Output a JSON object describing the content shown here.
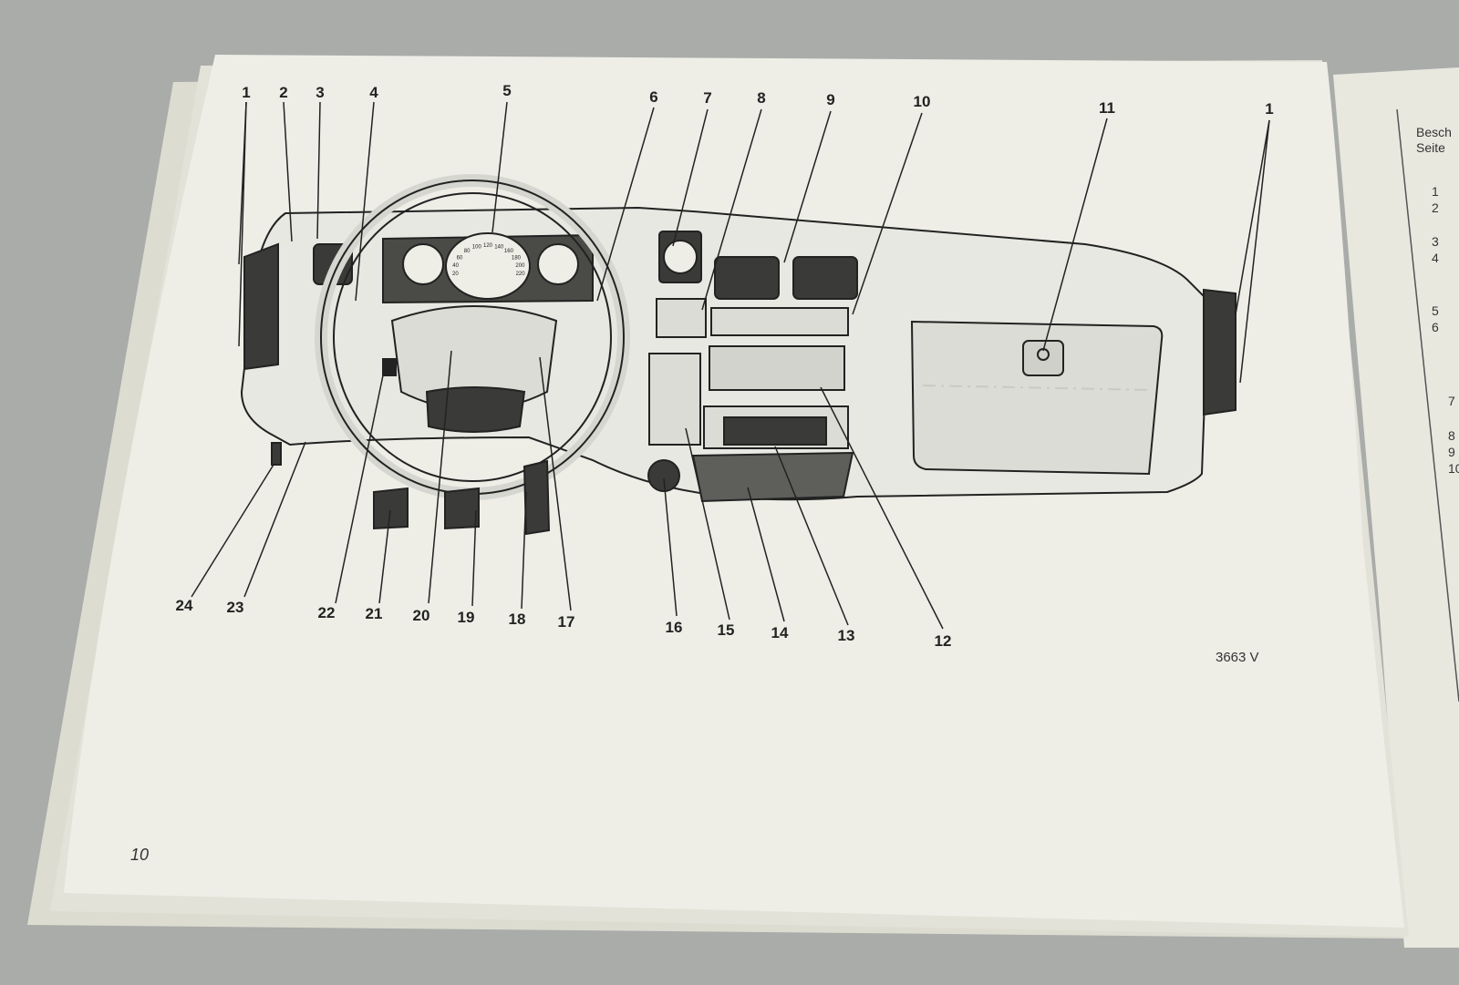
{
  "page": {
    "page_number": "10",
    "figure_code": "3663 V",
    "right_page_heading": [
      "Besch",
      "Seite"
    ],
    "right_page_numbers": [
      "1",
      "2",
      "3",
      "4",
      "5",
      "6",
      "7",
      "8",
      "9",
      "10"
    ]
  },
  "colors": {
    "background": "#a9aca9",
    "paper": "#eeeee7",
    "paper_edge": "#e3e2d8",
    "line": "#222222",
    "dash": "#c9cbc3",
    "dark_part": "#3a3b38"
  },
  "callouts": [
    {
      "label": "1"
    },
    {
      "label": "2"
    },
    {
      "label": "3"
    },
    {
      "label": "4"
    },
    {
      "label": "5"
    },
    {
      "label": "6"
    },
    {
      "label": "7"
    },
    {
      "label": "8"
    },
    {
      "label": "9"
    },
    {
      "label": "10"
    },
    {
      "label": "11"
    },
    {
      "label": "1"
    },
    {
      "label": "24"
    },
    {
      "label": "23"
    },
    {
      "label": "22"
    },
    {
      "label": "21"
    },
    {
      "label": "20"
    },
    {
      "label": "19"
    },
    {
      "label": "18"
    },
    {
      "label": "17"
    },
    {
      "label": "16"
    },
    {
      "label": "15"
    },
    {
      "label": "14"
    },
    {
      "label": "13"
    },
    {
      "label": "12"
    }
  ],
  "gauges": {
    "speedometer_ticks": [
      "20",
      "40",
      "60",
      "80",
      "100",
      "120",
      "140",
      "160",
      "180",
      "200",
      "220"
    ]
  }
}
